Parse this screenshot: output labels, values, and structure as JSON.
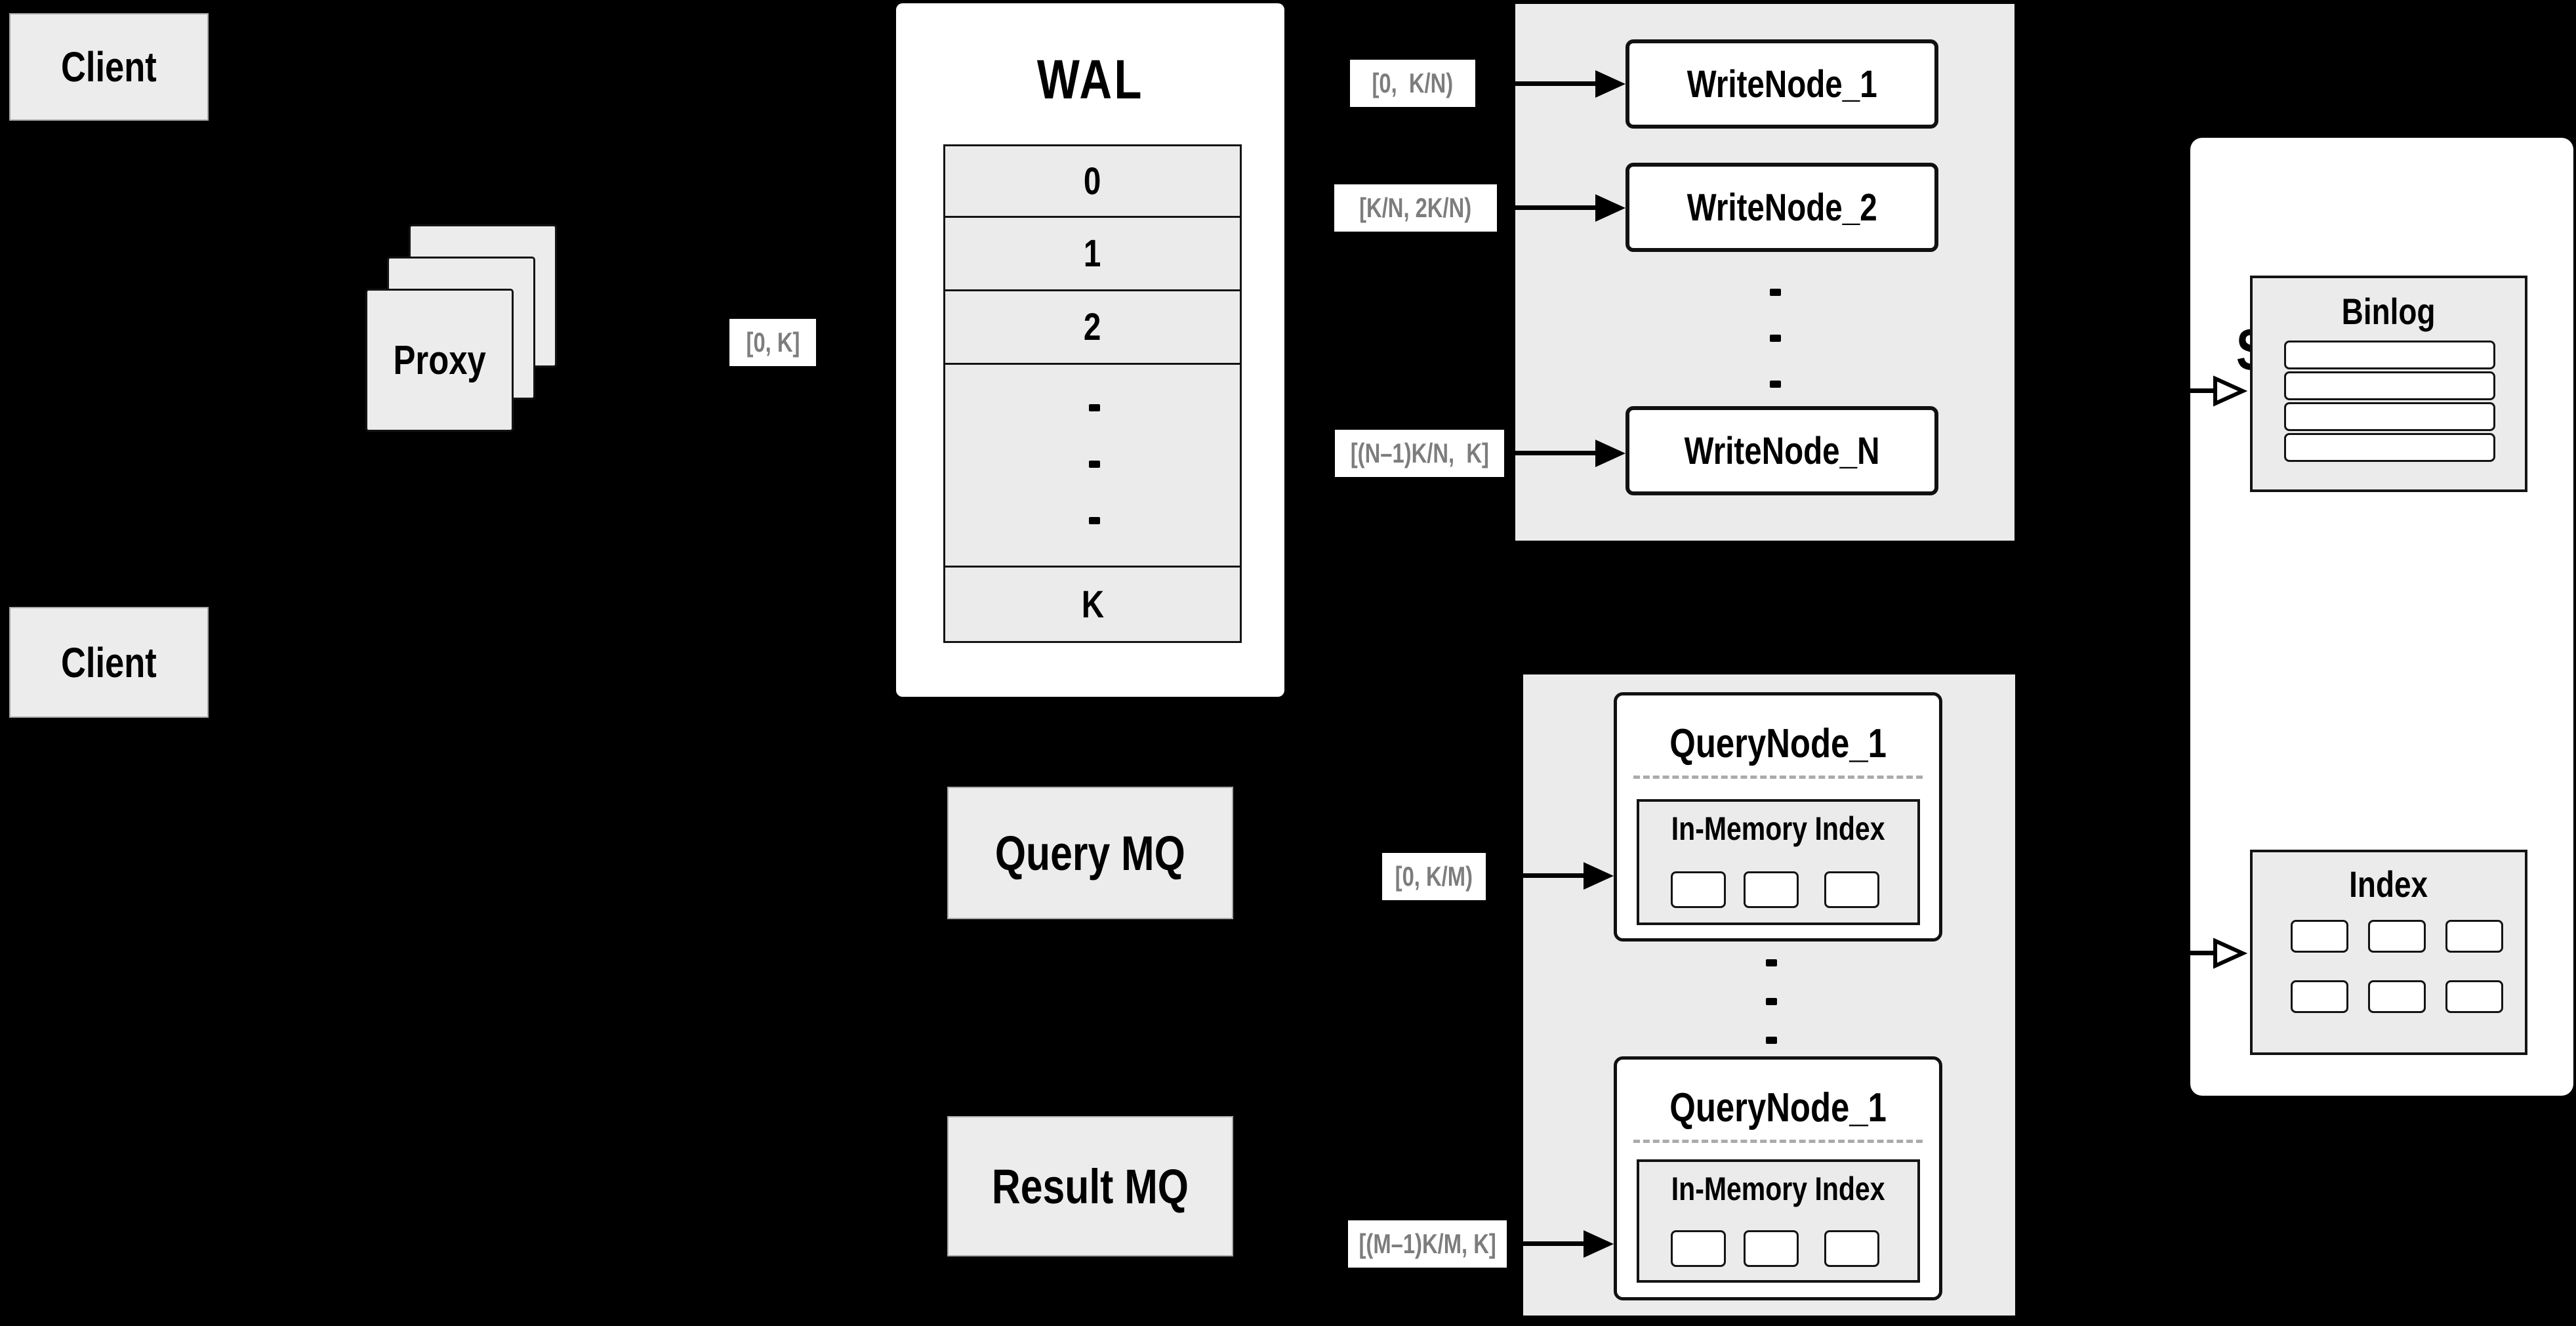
{
  "colors": {
    "background": "#000000",
    "panel_gray": "#ebebeb",
    "box_gray": "#ececec",
    "white": "#ffffff",
    "border_dark": "#141414",
    "range_text_gray": "#7d7d7d",
    "dashed_separator": "#ababab"
  },
  "clients": {
    "top": "Client",
    "bottom": "Client"
  },
  "proxy": {
    "label": "Proxy",
    "range": "[0, K]"
  },
  "wal": {
    "title": "WAL",
    "segments": [
      "0",
      "1",
      "2"
    ],
    "tail_segment": "K"
  },
  "write_cluster": {
    "ranges": [
      "[0,  K/N)",
      "[K/N, 2K/N)",
      "[(N–1)K/N,  K]"
    ],
    "nodes": [
      "WriteNode_1",
      "WriteNode_2",
      "WriteNode_N"
    ]
  },
  "store_engine": {
    "title": "Store Engine",
    "binlog_title": "Binlog",
    "index_title": "Index"
  },
  "mq": {
    "query": "Query MQ",
    "result": "Result MQ"
  },
  "query_cluster": {
    "ranges": [
      "[0, K/M)",
      "[(M–1)K/M, K]"
    ],
    "nodes": [
      {
        "title": "QueryNode_1",
        "memory": "In-Memory Index"
      },
      {
        "title": "QueryNode_1",
        "memory": "In-Memory Index"
      }
    ]
  }
}
